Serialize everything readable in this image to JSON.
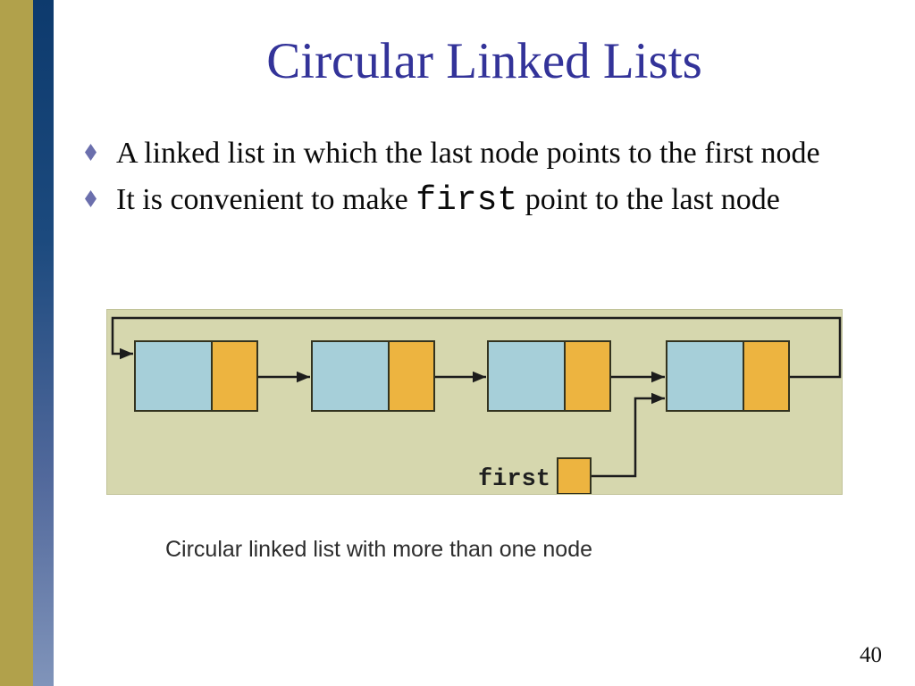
{
  "slide": {
    "title": "Circular Linked Lists",
    "bullets": [
      {
        "text": "A linked list in which the last node points to the first node"
      },
      {
        "prefix": "It is convenient to make ",
        "code": "first",
        "suffix": " point to the last node"
      }
    ],
    "diagram": {
      "first_label": "first",
      "node_count": 4,
      "description": "Four linked nodes; last node points back to first; external pointer 'first' points to last node",
      "colors": {
        "panel_bg": "#d6d7ae",
        "data_box": "#a6cfd9",
        "link_box": "#edb440",
        "box_border": "#33331f",
        "line": "#1c1c1c"
      }
    },
    "caption": "Circular linked list with more than one node",
    "page_number": "40",
    "colors": {
      "title": "#333399",
      "bullet_diamond": "#6b6fad",
      "sidebar_gold": "#b1a14b",
      "sidebar_blue_top": "#0d3a6d",
      "sidebar_blue_bottom": "#8094ba"
    }
  }
}
